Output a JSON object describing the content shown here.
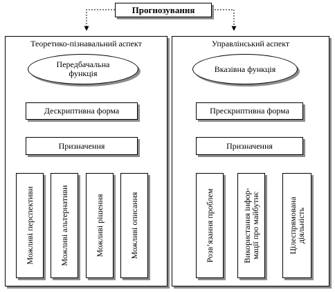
{
  "top": {
    "title": "Прогнозування"
  },
  "left": {
    "heading": "Теоретико-пізнавальний аспект",
    "function": "Передбачальна функція",
    "form": "Дескриптивна форма",
    "purpose": "Призначення",
    "items": [
      "Можливі перспективи",
      "Можливі альтернативи",
      "Можливі рішення",
      "Можливі описання"
    ]
  },
  "right": {
    "heading": "Управлінський аспект",
    "function": "Вказівна функція",
    "form": "Прескриптивна форма",
    "purpose": "Призначення",
    "items": [
      "Розв’язання проблем",
      "Використання інфор-мації про майбутнє",
      "Цілеспрямована діяльність"
    ]
  }
}
